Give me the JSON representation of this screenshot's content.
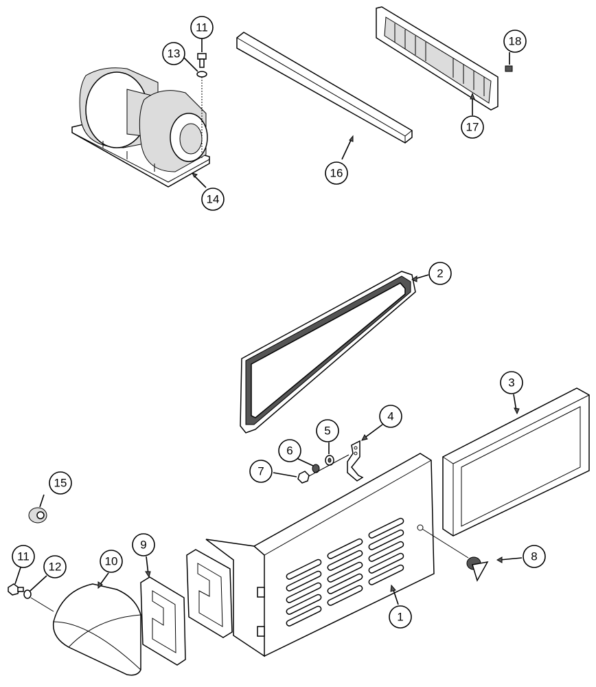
{
  "callouts": [
    {
      "id": "c11a",
      "label": "11"
    },
    {
      "id": "c13",
      "label": "13"
    },
    {
      "id": "c14",
      "label": "14"
    },
    {
      "id": "c16",
      "label": "16"
    },
    {
      "id": "c17",
      "label": "17"
    },
    {
      "id": "c18",
      "label": "18"
    },
    {
      "id": "c2",
      "label": "2"
    },
    {
      "id": "c3",
      "label": "3"
    },
    {
      "id": "c4",
      "label": "4"
    },
    {
      "id": "c5",
      "label": "5"
    },
    {
      "id": "c6",
      "label": "6"
    },
    {
      "id": "c7",
      "label": "7"
    },
    {
      "id": "c15",
      "label": "15"
    },
    {
      "id": "c8",
      "label": "8"
    },
    {
      "id": "c9",
      "label": "9"
    },
    {
      "id": "c10",
      "label": "10"
    },
    {
      "id": "c11b",
      "label": "11"
    },
    {
      "id": "c12",
      "label": "12"
    },
    {
      "id": "c1",
      "label": "1"
    }
  ]
}
